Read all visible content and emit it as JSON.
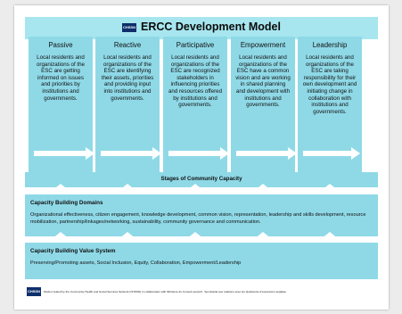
{
  "header": {
    "logo_text": "CHSSN",
    "title": "ERCC Development Model"
  },
  "columns": [
    {
      "name": "Passive",
      "description": "Local residents and organizations of the ESC are getting informed on issues and priorities by institutions and governments."
    },
    {
      "name": "Reactive",
      "description": "Local residents and organizations of the ESC are identifying their assets, priorities and providing input into institutions and governments."
    },
    {
      "name": "Participative",
      "description": "Local residents and organizations of the ESC are recognized stakeholders in influencing priorities and resources offered by institutions and governments."
    },
    {
      "name": "Empowerment",
      "description": "Local residents and organizations of the ESC have a common vision and are working in shared planning and development with institutions and governments."
    },
    {
      "name": "Leadership",
      "description": "Local residents and organizations of the ESC are taking responsibility for their own development and initiating change in collaboration with institutions and governments."
    }
  ],
  "stages_label": "Stages of Community Capacity",
  "domains": {
    "title": "Capacity Building Domains",
    "body": "Organizational effectiveness, citizen engagement, knowledge development, common vision, representation, leadership and skills development, resource mobilization, partnership/linkages/networking, sustainability, community governance and communication."
  },
  "values": {
    "title": "Capacity Building Value System",
    "body": "Preserving/Promoting assets, Social Inclusion, Equity, Collaboration, Empowerment/Leadership"
  },
  "footer": {
    "logo_text": "CHSSN",
    "credit": "Model created by the Community Health and Social Services Network (CHSSN) in collaboration with Ministère du Conseil exécutif - Secrétariat aux relations avec les Québécois d'expression anglaise"
  },
  "colors": {
    "column_fill": "#8fd9e7",
    "title_fill": "#a7e6ef",
    "arrow": "#ffffff",
    "logo": "#0d2f6b"
  }
}
